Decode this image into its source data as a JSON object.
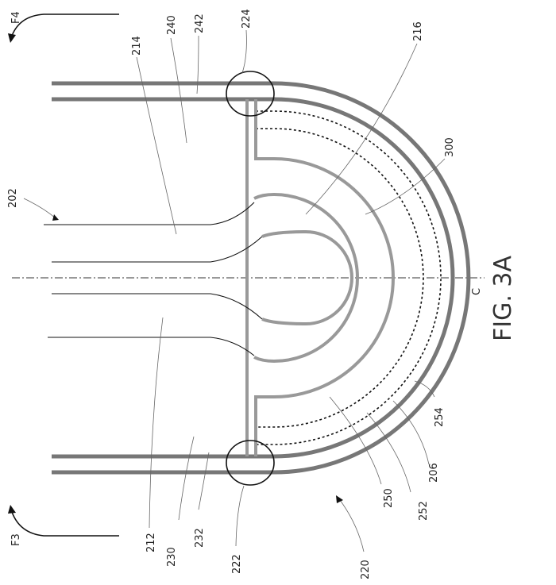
{
  "figure": {
    "title": "FIG. 3A",
    "axis_label": "C",
    "arrows": {
      "top": "F4",
      "bottom": "F3"
    },
    "labels": {
      "l224": "224",
      "l242": "242",
      "l240": "240",
      "l214": "214",
      "l216": "216",
      "l300": "300",
      "l202": "202",
      "l254": "254",
      "l206": "206",
      "l252": "252",
      "l250": "250",
      "l212": "212",
      "l230": "230",
      "l232": "232",
      "l222": "222",
      "l220": "220"
    }
  }
}
